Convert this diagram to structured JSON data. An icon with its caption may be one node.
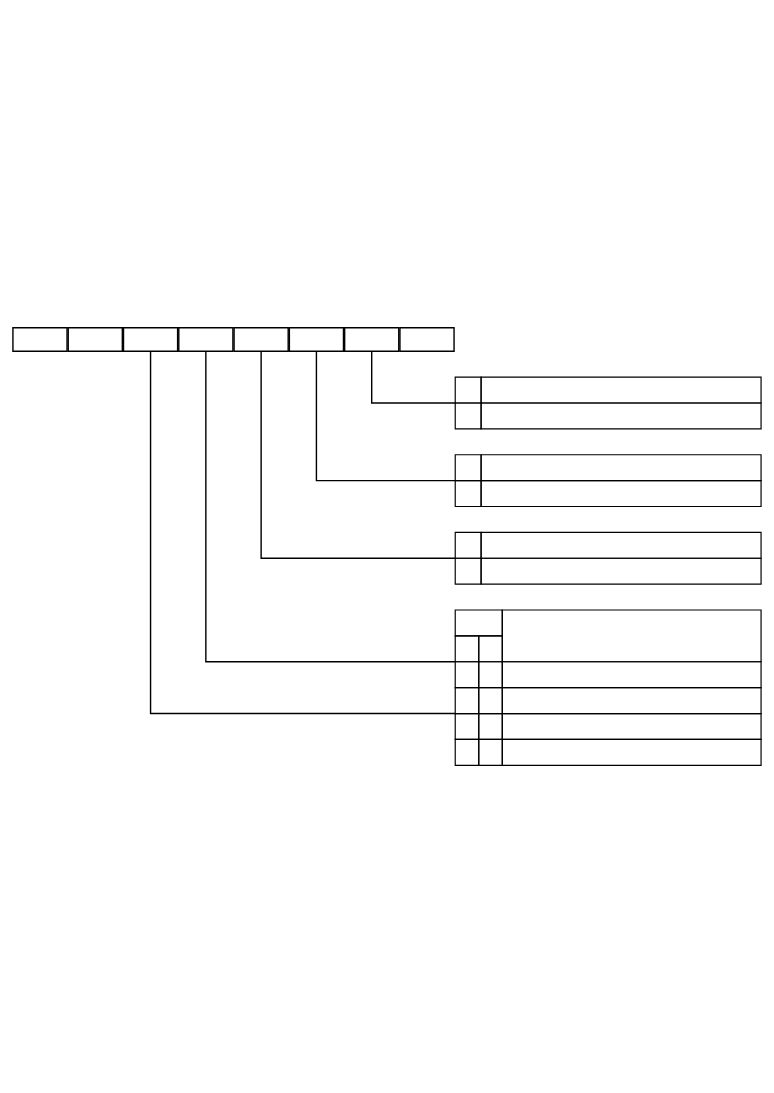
{
  "diagram": {
    "nodes": [
      {
        "text": [],
        "shape": "box"
      },
      {
        "text": [],
        "shape": "box"
      },
      {
        "text": [],
        "shape": "box"
      },
      {
        "text": [],
        "shape": "box"
      },
      {
        "text": [],
        "shape": "box"
      },
      {
        "text": [],
        "shape": "box"
      },
      {
        "text": [],
        "shape": "box"
      },
      {
        "text": [],
        "shape": "box"
      },
      {
        "text": [],
        "shape": "table"
      },
      {
        "text": [],
        "shape": "table"
      },
      {
        "text": [],
        "shape": "table"
      },
      {
        "text": [],
        "shape": "table"
      }
    ],
    "edges": [
      {
        "from": 6,
        "to": 8,
        "arrow": "none"
      },
      {
        "from": 5,
        "to": 9,
        "arrow": "none"
      },
      {
        "from": 4,
        "to": 10,
        "arrow": "none"
      },
      {
        "from": 3,
        "to": 11,
        "arrow": "none"
      },
      {
        "from": 2,
        "to": 11,
        "arrow": "none"
      }
    ]
  }
}
